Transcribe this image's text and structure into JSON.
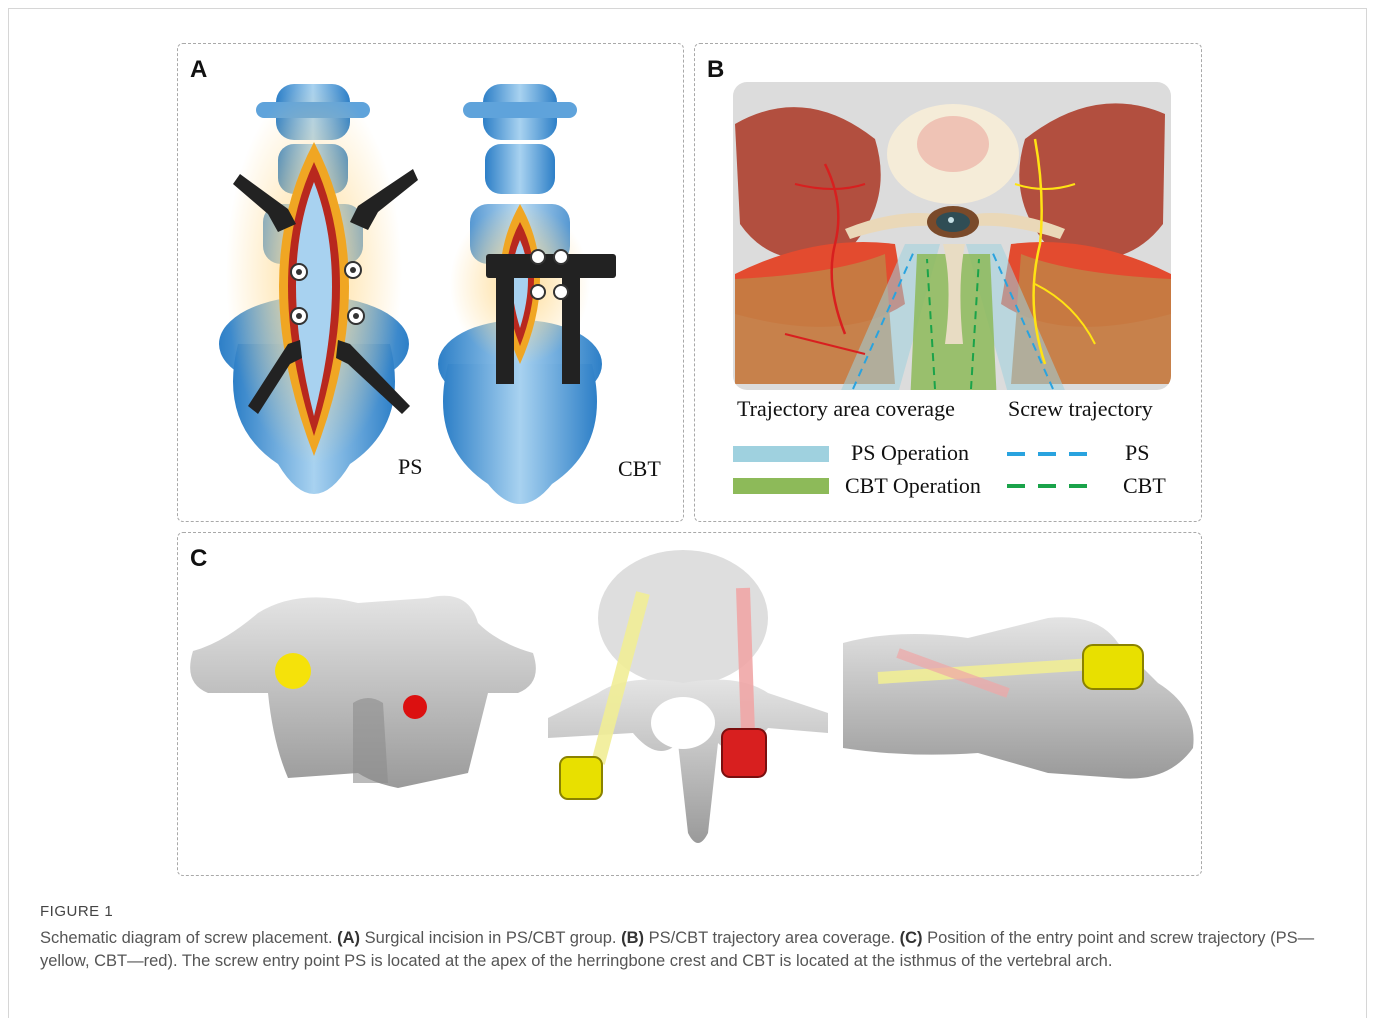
{
  "panels": {
    "a": {
      "label": "A",
      "left_label": "PS",
      "right_label": "CBT"
    },
    "b": {
      "label": "B",
      "heading_left": "Trajectory area coverage",
      "heading_right": "Screw trajectory",
      "legend": [
        {
          "swatch_color": "#9fd1df",
          "text": "PS Operation",
          "line_color": "#29a3df",
          "line_text": "PS"
        },
        {
          "swatch_color": "#8dba59",
          "text": "CBT Operation",
          "line_color": "#1aa34a",
          "line_text": "CBT"
        }
      ]
    },
    "c": {
      "label": "C",
      "ps_marker_color": "#f5e20a",
      "cbt_marker_color": "#dc1010"
    }
  },
  "caption": {
    "figure_label": "FIGURE 1",
    "intro": "Schematic diagram of screw placement. ",
    "a_tag": "(A)",
    "a_text": " Surgical incision in PS/CBT group. ",
    "b_tag": "(B)",
    "b_text": " PS/CBT trajectory area coverage. ",
    "c_tag": "(C)",
    "c_text": " Position of the entry point and screw trajectory (PS—yellow, CBT—red). The screw entry point PS is located at the apex of the herringbone crest and CBT is located at the isthmus of the vertebral arch."
  }
}
